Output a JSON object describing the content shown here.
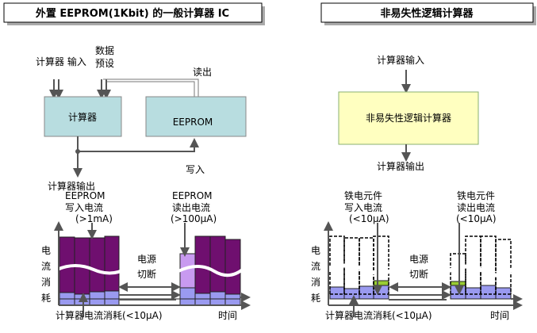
{
  "left": {
    "title": "外置 EEPROM(1Kbit) 的一般计算器 IC",
    "calc_input": "计算器 输入",
    "data_preset_1": "数据",
    "data_preset_2": "预设",
    "read": "读出",
    "calc_box": "计算器",
    "eeprom_box": "EEPROM",
    "write": "写入",
    "calc_output": "计算器输出",
    "write_current_1": "EEPROM",
    "write_current_2": "写入电流",
    "write_current_3": "(>1mA)",
    "read_current_1": "EEPROM",
    "read_current_2": "读出电流",
    "read_current_3": "(>100µA)",
    "y_label": [
      "电",
      "流",
      "消",
      "耗"
    ],
    "power_off_1": "电源",
    "power_off_2": "切断",
    "calc_consumption": "计算器电流消耗(<10µA)",
    "time": "时间"
  },
  "right": {
    "title": "非易失性逻辑计算器",
    "calc_input": "计算器输入",
    "box": "非易失性逻辑计算器",
    "calc_output": "计算器输出",
    "write_current_1": "铁电元件",
    "write_current_2": "写入电流",
    "write_current_3": "(<10µA)",
    "read_current_1": "铁电元件",
    "read_current_2": "读出电流",
    "read_current_3": "(<10µA)",
    "y_label": [
      "电",
      "流",
      "消",
      "耗"
    ],
    "power_off_1": "电源",
    "power_off_2": "切断",
    "calc_consumption": "计算器电流消耗(<10µA)",
    "time": "时间"
  },
  "colors": {
    "box_blue": "#b8dde0",
    "bar_dark": "#6f0f6f",
    "bar_light": "#9a9af0",
    "bar_lilac": "#c89af0",
    "yellow_box": "#ffffc0",
    "green": "#99cc33"
  }
}
